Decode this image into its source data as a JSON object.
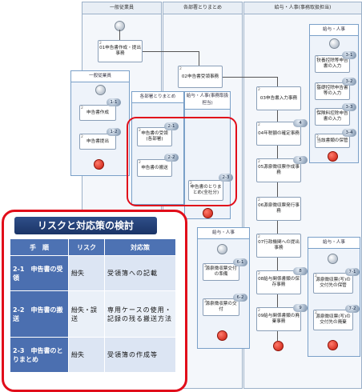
{
  "lanes": {
    "general": "一般従業員",
    "dept": "各部署とりまとめ",
    "hr": "給与・人事(事務取扱担当)"
  },
  "panes": {
    "general": "一般従業員",
    "dept": "各部署とりまとめ",
    "hr_mid": "給与・人事(事務取扱担当)",
    "hr_right_top": "給与・人事",
    "hr_bottom_left": "給与・人事",
    "hr_bottom_right": "給与・人事"
  },
  "tasks": {
    "t01": "01申告書作成・提出事務",
    "t02": "02申告書受領事務",
    "t03": "03申告書入力事務",
    "t04": "04年税額の確定事務",
    "t05": "05源泉徴収票作成事務",
    "t06": "06源泉徴収票発行事務",
    "t07": "07行政機関への提出事務",
    "t08": "08給与関係書類の保存事務",
    "t09": "09給与関係書類の廃棄事務",
    "g11": "申告書作成",
    "g12": "申告書提出",
    "d21": "申告書の受領(各部署)",
    "d22": "申告書の搬送",
    "h23": "申告書のとりまとめ(全社分)",
    "r31": "扶養控除等申告書の入力",
    "r32": "基礎控除申告書等の入力",
    "r33": "保険料控除申告書の入力",
    "r34": "当該書類の保管",
    "b61": "源泉徴収票交付の準備",
    "b62": "源泉徴収票の交付",
    "b71": "源泉徴収票(写)の交付先の保管",
    "b72": "源泉徴収票(写)の交付先の廃棄"
  },
  "badges": {
    "b11": "1-1",
    "b12": "1-2",
    "b21": "2-1",
    "b22": "2-2",
    "b23": "2-3",
    "b31": "3-1",
    "b32": "3-2",
    "b33": "3-3",
    "b34": "3-4",
    "b4": "4",
    "b5": "5",
    "b61": "6-1",
    "b62": "6-2",
    "b71": "7-1",
    "b72": "7-2",
    "b8": "8",
    "b9": "9"
  },
  "risk": {
    "title": "リスクと対応策の検討",
    "headers": [
      "手　順",
      "リスク",
      "対応策"
    ],
    "rows": [
      {
        "step": "2-1　申告書の受領",
        "risk": "紛失",
        "measure": "受領簿への記載"
      },
      {
        "step": "2-2　申告書の搬送",
        "risk": "紛失・誤送",
        "measure": "専用ケースの使用・記録の残る搬送方法"
      },
      {
        "step": "2-3　申告書のとりまとめ",
        "risk": "紛失",
        "measure": "受領簿の作成等"
      }
    ]
  },
  "colors": {
    "highlight_red": "#e10d1a",
    "table_header_blue": "#4d72b3",
    "title_navy": "#1b3466"
  }
}
